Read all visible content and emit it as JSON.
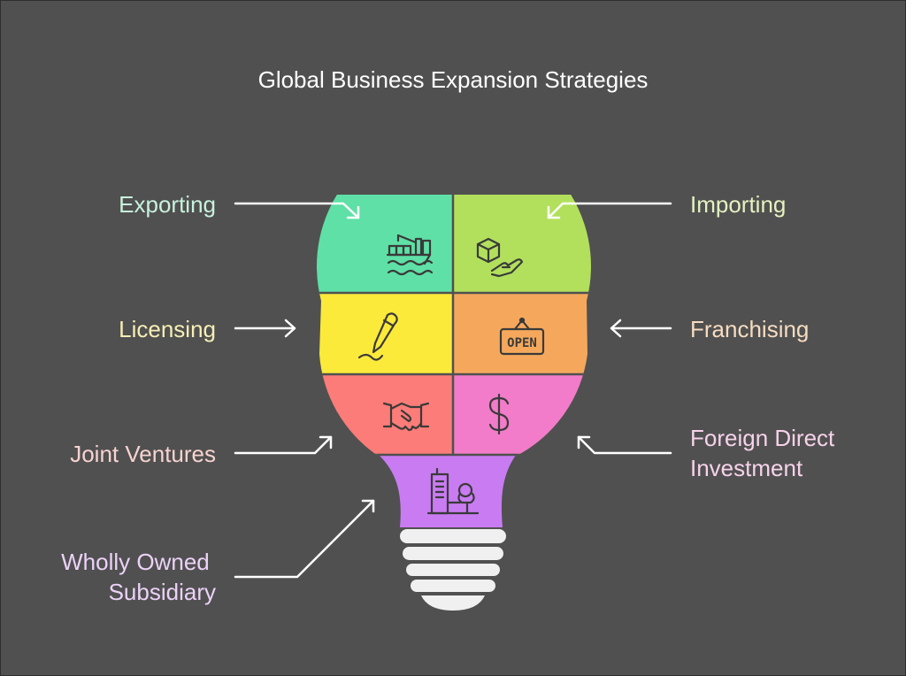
{
  "title": "Global Business Expansion Strategies",
  "strategies": [
    {
      "label": "Exporting",
      "color": "#5fe0a6",
      "label_color": "#c8f2dc",
      "icon": "cargo-ship-crane-icon"
    },
    {
      "label": "Importing",
      "color": "#b2e05c",
      "label_color": "#e3f2c0",
      "icon": "box-in-hand-icon"
    },
    {
      "label": "Licensing",
      "color": "#fcea3a",
      "label_color": "#f6efb4",
      "icon": "pen-signature-icon"
    },
    {
      "label": "Franchising",
      "color": "#f5a85c",
      "label_color": "#f6dcc0",
      "icon": "open-sign-icon"
    },
    {
      "label": "Joint Ventures",
      "color": "#fb7c78",
      "label_color": "#f7d3d0",
      "icon": "handshake-icon"
    },
    {
      "label_line1": "Foreign Direct",
      "label_line2": "Investment",
      "color": "#f27cc9",
      "label_color": "#f7d2ea",
      "icon": "dollar-sign-icon"
    },
    {
      "label_line1": "Wholly Owned",
      "label_line2": "Subsidiary",
      "color": "#c97cf2",
      "label_color": "#ecd2f8",
      "icon": "building-with-tree-icon"
    }
  ]
}
